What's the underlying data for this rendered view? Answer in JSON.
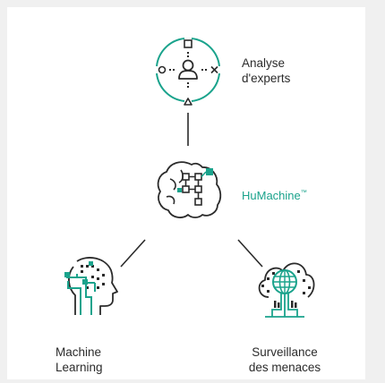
{
  "colors": {
    "accent": "#1aa38c",
    "ink": "#2b2b2b",
    "background": "#ffffff"
  },
  "nodes": {
    "experts": {
      "icon": "expert-analysis-icon",
      "label_line1": "Analyse",
      "label_line2": "d'experts"
    },
    "humachine": {
      "icon": "brain-network-icon",
      "label": "HuMachine",
      "trademark": "™"
    },
    "machine_learning": {
      "icon": "head-circuit-icon",
      "label_line1": "Machine",
      "label_line2": "Learning"
    },
    "threat_surveillance": {
      "icon": "cloud-globe-icon",
      "label_line1": "Surveillance",
      "label_line2": "des menaces"
    }
  }
}
